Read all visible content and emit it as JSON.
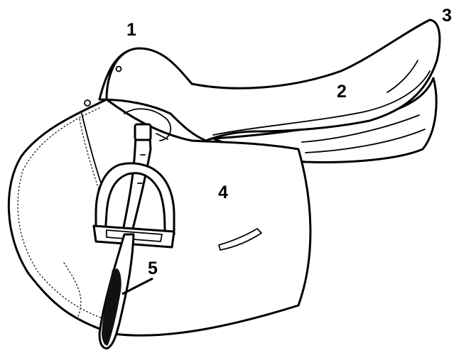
{
  "diagram": {
    "labels": {
      "pommel": "1",
      "seat": "2",
      "cantle": "3",
      "flap": "4",
      "girth_strap": "5"
    },
    "colors": {
      "ink": "#000000",
      "paper": "#ffffff"
    }
  }
}
